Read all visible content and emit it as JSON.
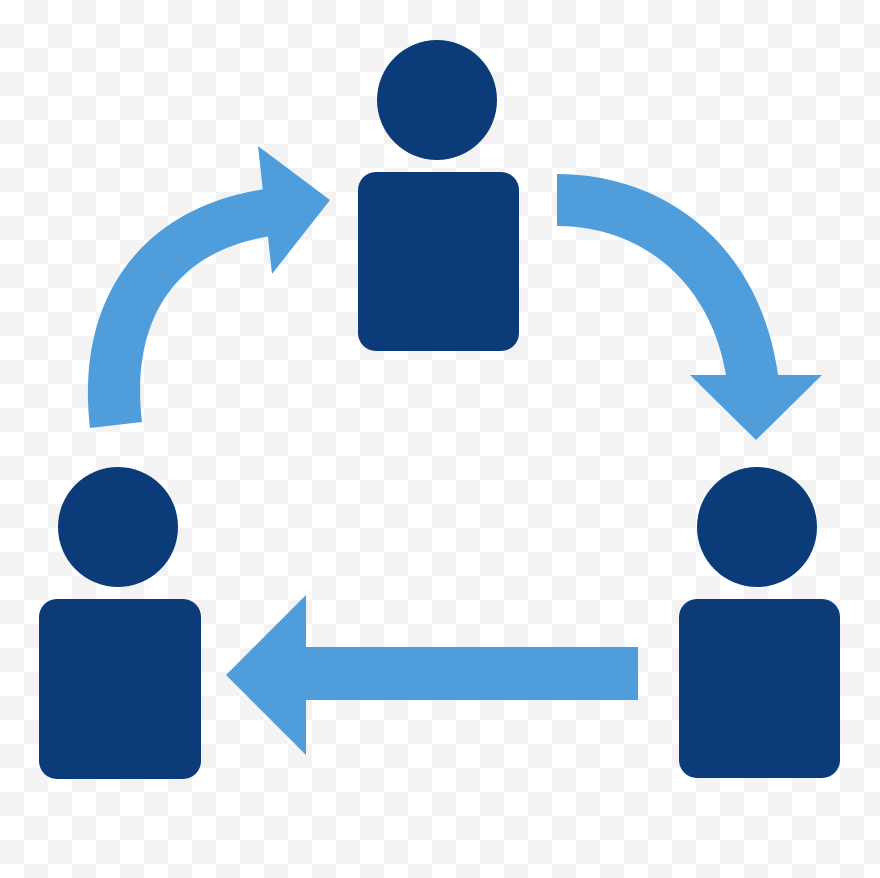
{
  "diagram": {
    "type": "cycle",
    "people": [
      "person-top",
      "person-right",
      "person-left"
    ],
    "flow": [
      {
        "from": "person-top",
        "to": "person-right"
      },
      {
        "from": "person-right",
        "to": "person-left"
      },
      {
        "from": "person-left",
        "to": "person-top"
      }
    ]
  },
  "colors": {
    "person": "#0b3b78",
    "arrow": "#4f9edb",
    "checker_light": "#ffffff",
    "checker_dark": "#f3f3f3"
  },
  "icons": [
    "person-icon",
    "curved-arrow-icon",
    "straight-arrow-icon"
  ]
}
